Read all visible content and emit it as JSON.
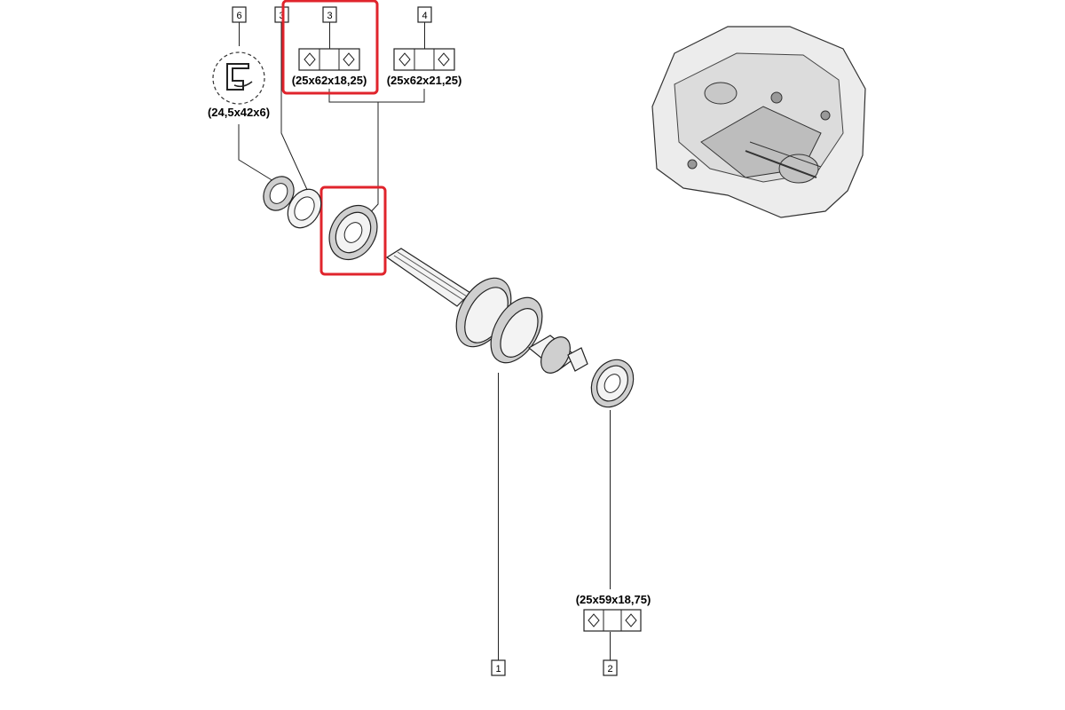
{
  "diagram": {
    "callouts": [
      {
        "id": "1",
        "label": "1"
      },
      {
        "id": "2",
        "label": "2"
      },
      {
        "id": "3a",
        "label": "3"
      },
      {
        "id": "3b",
        "label": "3"
      },
      {
        "id": "4",
        "label": "4"
      },
      {
        "id": "6",
        "label": "6"
      }
    ],
    "dimensions": {
      "seal": "(24,5x42x6)",
      "bearing_3": "(25x62x18,25)",
      "bearing_4": "(25x62x21,25)",
      "bearing_2": "(25x59x18,75)"
    },
    "highlight_color": "#e0242c"
  }
}
